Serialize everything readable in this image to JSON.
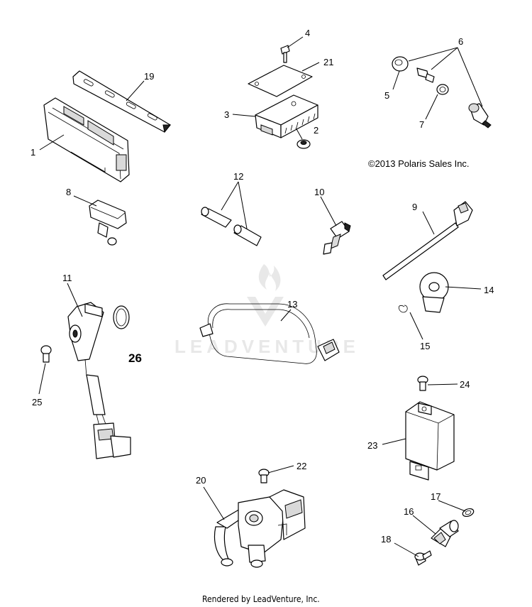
{
  "copyright": "©2013 Polaris Sales Inc.",
  "footer": "Rendered by LeadVenture, Inc.",
  "watermark": "LEADVENTURE",
  "callouts": {
    "c1": "1",
    "c2": "2",
    "c3": "3",
    "c4": "4",
    "c5": "5",
    "c6": "6",
    "c7": "7",
    "c8": "8",
    "c9": "9",
    "c10": "10",
    "c11": "11",
    "c12": "12",
    "c13": "13",
    "c14": "14",
    "c15": "15",
    "c16": "16",
    "c17": "17",
    "c18": "18",
    "c19": "19",
    "c20": "20",
    "c21": "21",
    "c22": "22",
    "c23": "23",
    "c24": "24",
    "c25": "25",
    "c26": "26"
  }
}
